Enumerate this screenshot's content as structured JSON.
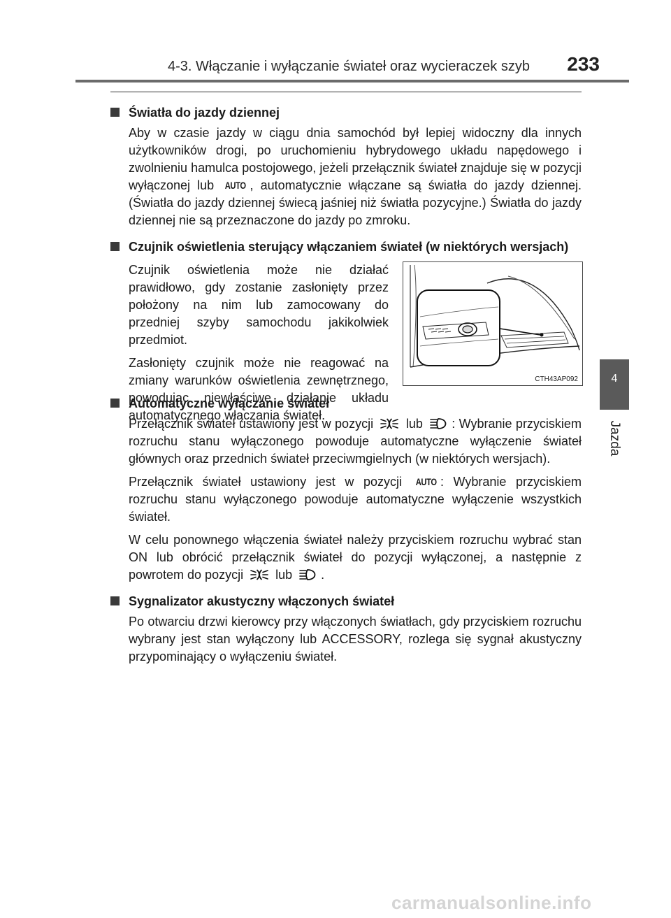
{
  "header": {
    "title": "4-3. Włączanie i wyłączanie świateł oraz wycieraczek szyb",
    "page_number": "233"
  },
  "side_tab": {
    "number": "4",
    "label": "Jazda"
  },
  "sections": {
    "drl": {
      "title": "Światła do jazdy dziennej",
      "p1_a": "Aby w czasie jazdy w ciągu dnia samochód był lepiej widoczny dla innych użytkowników drogi, po uruchomieniu hybrydowego układu napędowego i zwolnieniu hamulca postojowego, jeżeli przełącznik świateł znajduje się w pozycji wyłączonej lub",
      "p1_b": ", automatycznie włączane są światła do jazdy dziennej. (Światła do jazdy dziennej świecą jaśniej niż światła pozycyjne.) Światła do jazdy dziennej nie są przeznaczone do jazdy po zmroku."
    },
    "sensor": {
      "title": "Czujnik oświetlenia sterujący włączaniem świateł (w niektórych wersjach)",
      "p1": "Czujnik oświetlenia może nie działać prawidłowo, gdy zostanie zasłonięty przez położony na nim lub zamocowany do przedniej szyby samochodu jakikolwiek przedmiot.",
      "p2": "Zasłonięty czujnik może nie reagować na zmiany warunków oświetlenia zewnętrznego, powodując niewłaściwe działanie układu automatycznego włączania świateł.",
      "figure_code": "CTH43AP092"
    },
    "auto_off": {
      "title": "Automatyczne wyłączanie świateł",
      "p1_a": "Przełącznik świateł ustawiony jest w pozycji",
      "p1_b": "lub",
      "p1_c": ": Wybranie przyciskiem rozruchu stanu wyłączonego powoduje automatyczne wyłączenie świateł głównych oraz przednich świateł przeciwmgielnych (w niektórych wersjach).",
      "p2_a": "Przełącznik świateł ustawiony jest w pozycji",
      "p2_b": ": Wybranie przyciskiem rozruchu stanu wyłączonego powoduje automatyczne wyłączenie wszystkich świateł.",
      "p3_a": "W celu ponownego włączenia świateł należy przyciskiem rozruchu wybrać stan ON lub obrócić przełącznik świateł do pozycji wyłączonej, a następnie z powrotem do pozycji",
      "p3_b": "lub",
      "p3_c": "."
    },
    "buzzer": {
      "title": "Sygnalizator akustyczny włączonych świateł",
      "p1": "Po otwarciu drzwi kierowcy przy włączonych światłach, gdy przyciskiem rozruchu wybrany jest stan wyłączony lub ACCESSORY, rozlega się sygnał akustyczny przypominający o wyłączeniu świateł."
    }
  },
  "icons": {
    "auto_label": "AUTO",
    "tail_light": "tail-light-icon",
    "headlight": "headlight-icon"
  },
  "watermark": "carmanualsonline.info"
}
